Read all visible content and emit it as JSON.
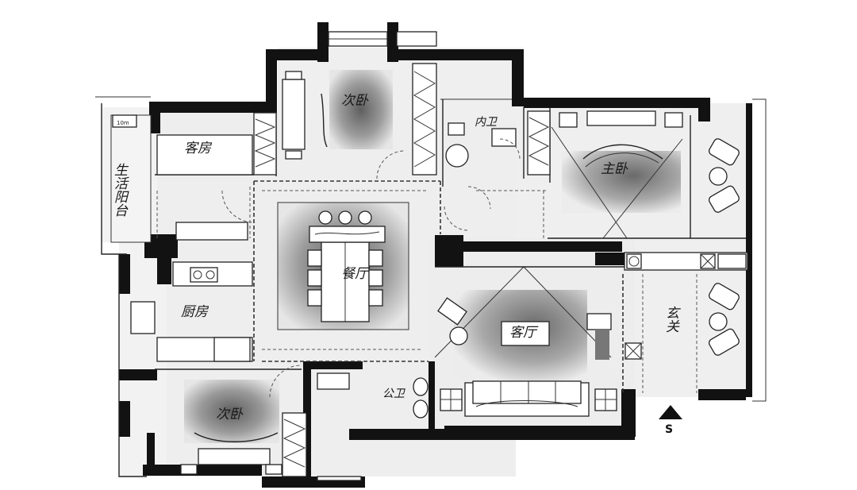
{
  "rooms": {
    "second_bedroom_top": "次卧",
    "guest_room": "客房",
    "service_balcony": "生活阳台",
    "en_suite_bath": "内卫",
    "master_bedroom": "主卧",
    "dining_room": "餐厅",
    "kitchen": "厨房",
    "living_room": "客厅",
    "entrance": "玄关",
    "public_bath": "公卫",
    "second_bedroom_bottom": "次卧"
  },
  "annotations": {
    "dimension_note": "10m",
    "north_marker": "S"
  }
}
